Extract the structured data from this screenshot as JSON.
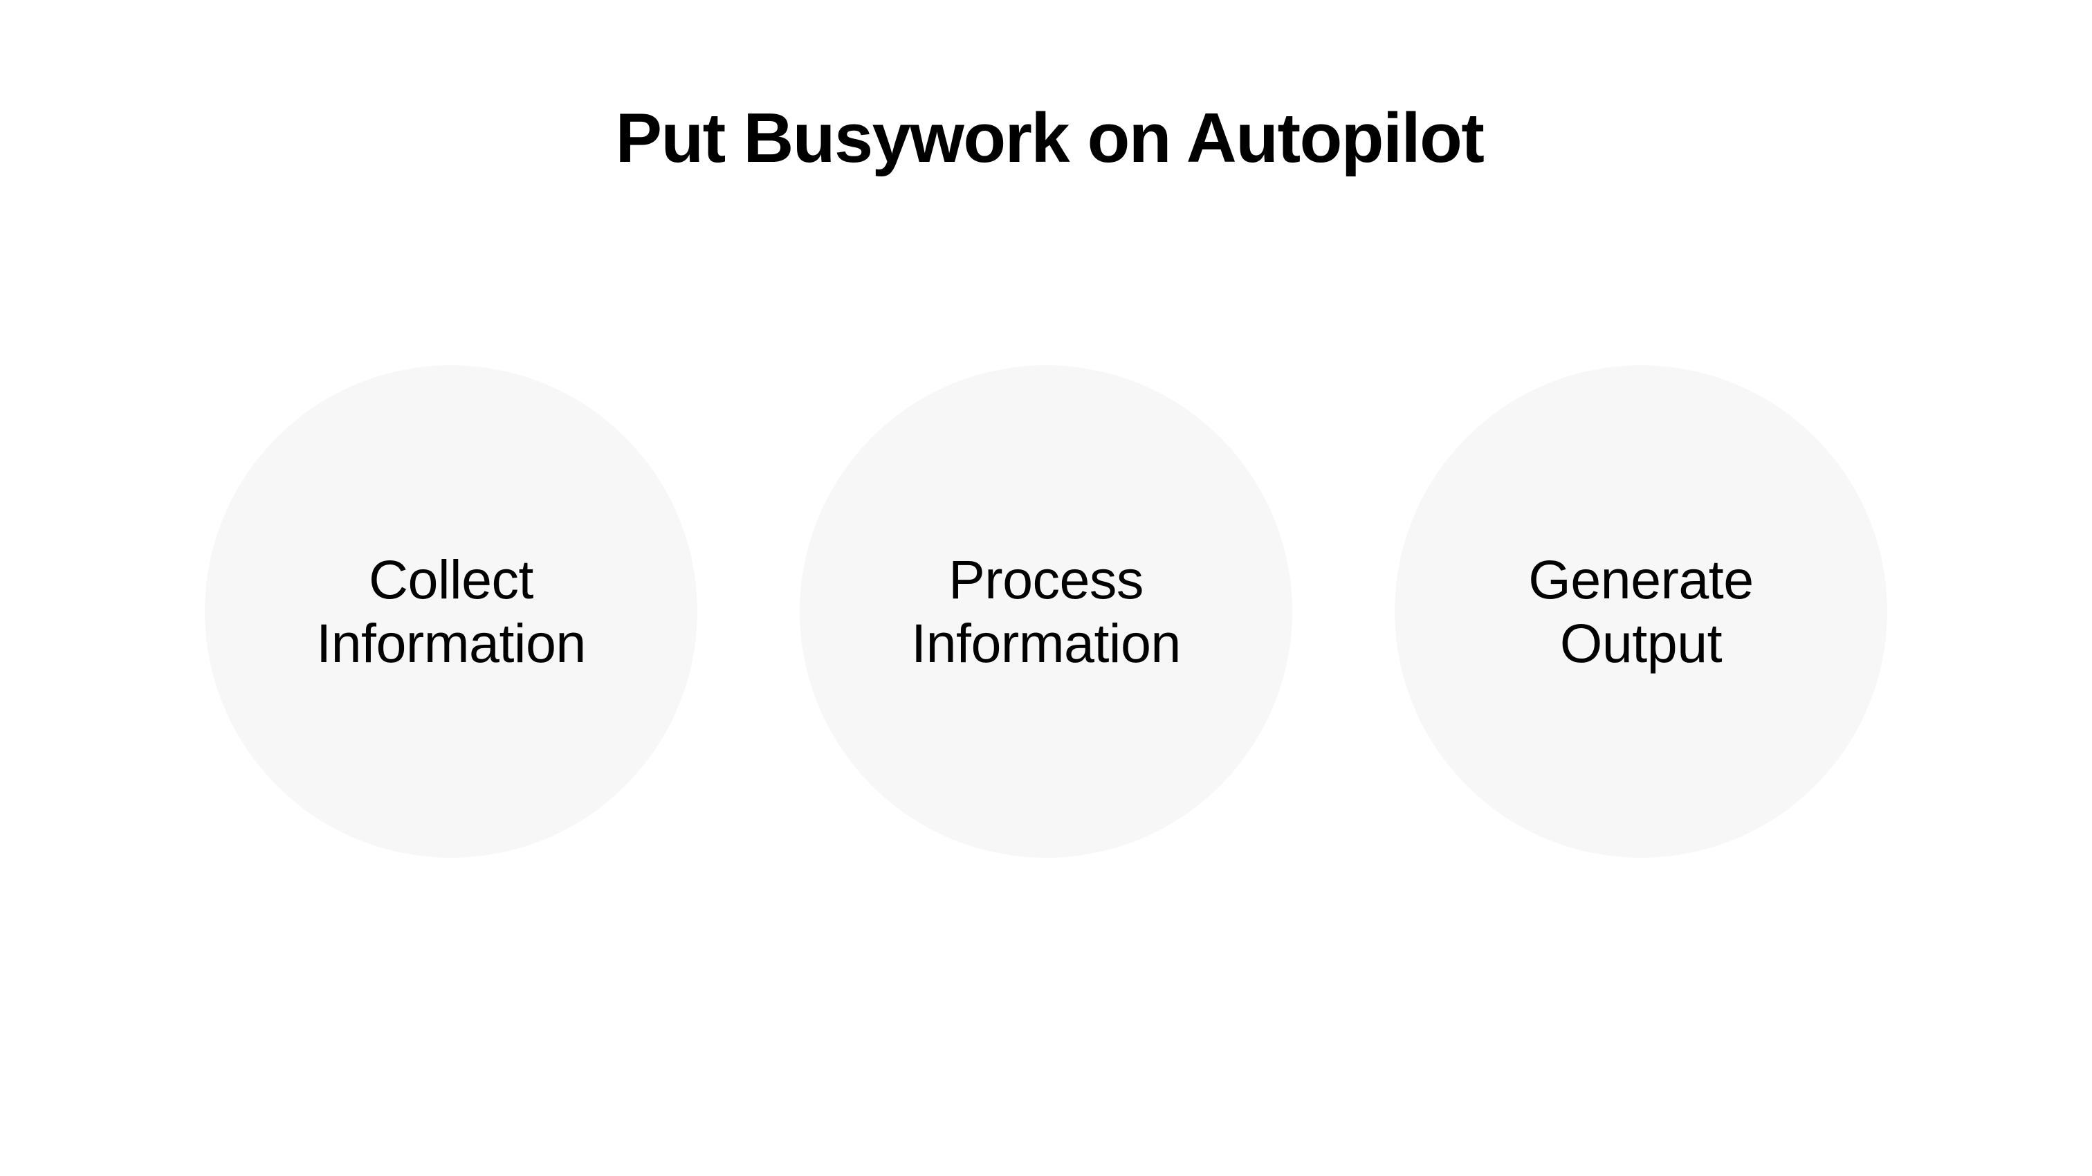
{
  "slide": {
    "background_color": "#ffffff",
    "title": "Put Busywork on Autopilot",
    "title_color": "#000000"
  },
  "steps": {
    "circle_fill_color": "#f7f7f7",
    "label_color": "#010101",
    "items": [
      {
        "name": "collect-information",
        "line1": "Collect",
        "line2": "Information"
      },
      {
        "name": "process-information",
        "line1": "Process",
        "line2": "Information"
      },
      {
        "name": "generate-output",
        "line1": "Generate",
        "line2": "Output"
      }
    ]
  }
}
